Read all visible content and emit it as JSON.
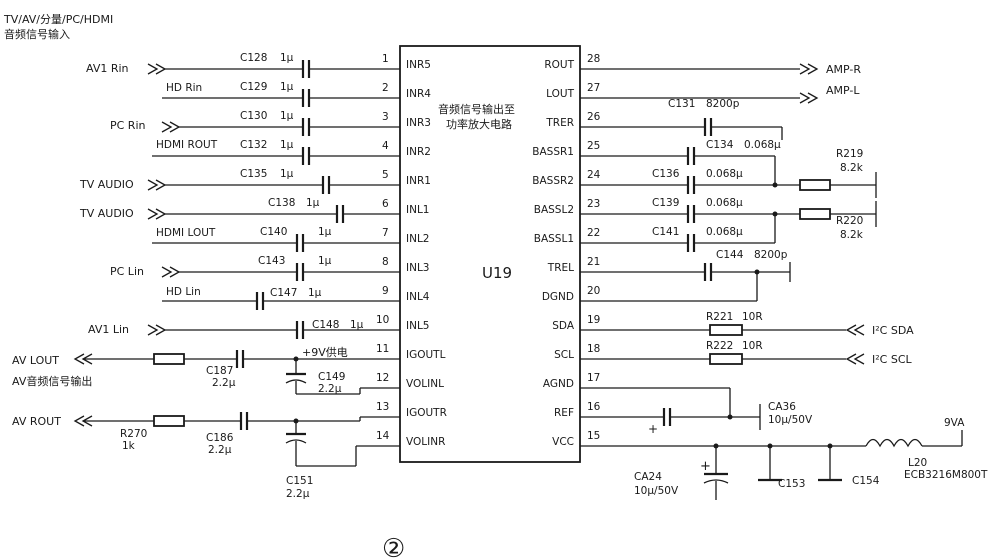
{
  "header": {
    "line1": "TV/AV/分量/PC/HDMI",
    "line2": "音频信号输入"
  },
  "chip": {
    "ref": "U19",
    "note_line1": "音频信号输出至",
    "note_line2": "功率放大电路",
    "left_pins": [
      {
        "num": "1",
        "name": "INR5"
      },
      {
        "num": "2",
        "name": "INR4"
      },
      {
        "num": "3",
        "name": "INR3"
      },
      {
        "num": "4",
        "name": "INR2"
      },
      {
        "num": "5",
        "name": "INR1"
      },
      {
        "num": "6",
        "name": "INL1"
      },
      {
        "num": "7",
        "name": "INL2"
      },
      {
        "num": "8",
        "name": "INL3"
      },
      {
        "num": "9",
        "name": "INL4"
      },
      {
        "num": "10",
        "name": "INL5"
      },
      {
        "num": "11",
        "name": "IGOUTL"
      },
      {
        "num": "12",
        "name": "VOLINL"
      },
      {
        "num": "13",
        "name": "IGOUTR"
      },
      {
        "num": "14",
        "name": "VOLINR"
      }
    ],
    "right_pins": [
      {
        "num": "28",
        "name": "ROUT"
      },
      {
        "num": "27",
        "name": "LOUT"
      },
      {
        "num": "26",
        "name": "TRER"
      },
      {
        "num": "25",
        "name": "BASSR1"
      },
      {
        "num": "24",
        "name": "BASSR2"
      },
      {
        "num": "23",
        "name": "BASSL2"
      },
      {
        "num": "22",
        "name": "BASSL1"
      },
      {
        "num": "21",
        "name": "TREL"
      },
      {
        "num": "20",
        "name": "DGND"
      },
      {
        "num": "19",
        "name": "SDA"
      },
      {
        "num": "18",
        "name": "SCL"
      },
      {
        "num": "17",
        "name": "AGND"
      },
      {
        "num": "16",
        "name": "REF"
      },
      {
        "num": "15",
        "name": "VCC"
      }
    ]
  },
  "inputs": [
    {
      "label": "AV1 Rin",
      "cap": "C128",
      "val": "1μ"
    },
    {
      "label": "HD Rin",
      "cap": "C129",
      "val": "1μ"
    },
    {
      "label": "PC Rin",
      "cap": "C130",
      "val": "1μ"
    },
    {
      "label": "HDMI ROUT",
      "cap": "C132",
      "val": "1μ"
    },
    {
      "label": "TV AUDIO",
      "cap": "C135",
      "val": "1μ"
    },
    {
      "label": "TV AUDIO",
      "cap": "C138",
      "val": "1μ"
    },
    {
      "label": "HDMI LOUT",
      "cap": "C140",
      "val": "1μ"
    },
    {
      "label": "PC Lin",
      "cap": "C143",
      "val": "1μ"
    },
    {
      "label": "HD Lin",
      "cap": "C147",
      "val": "1μ"
    },
    {
      "label": "AV1 Lin",
      "cap": "C148",
      "val": "1μ"
    }
  ],
  "outputs": {
    "amp_r": "AMP-R",
    "amp_l": "AMP-L",
    "av_lout": "AV LOUT",
    "av_rout": "AV ROUT",
    "av_note": "AV音频信号输出",
    "supply_note": "+9V供电"
  },
  "parts": {
    "c131": "C131",
    "c131_val": "8200p",
    "c134": "C134",
    "c134_val": "0.068μ",
    "c136": "C136",
    "c136_val": "0.068μ",
    "c139": "C139",
    "c139_val": "0.068μ",
    "c141": "C141",
    "c141_val": "0.068μ",
    "c144": "C144",
    "c144_val": "8200p",
    "r219": "R219",
    "r219_val": "8.2k",
    "r220": "R220",
    "r220_val": "8.2k",
    "r221": "R221",
    "r221_val": "10R",
    "r222": "R222",
    "r222_val": "10R",
    "i2c_sda": "I²C SDA",
    "i2c_scl": "I²C SCL",
    "ca36": "CA36",
    "ca36_val": "10μ/50V",
    "ca24": "CA24",
    "ca24_val": "10μ/50V",
    "c153": "C153",
    "c154": "C154",
    "l20": "L20",
    "l20_part": "ECB3216M800T",
    "rail": "9VA",
    "c187": "C187",
    "c187_val": "2.2μ",
    "c149": "C149",
    "c149_val": "2.2μ",
    "c186": "C186",
    "c186_val": "2.2μ",
    "c151": "C151",
    "c151_val": "2.2μ",
    "r270": "R270",
    "r270_val": "1k"
  },
  "footer": {
    "figure_mark": "②"
  }
}
